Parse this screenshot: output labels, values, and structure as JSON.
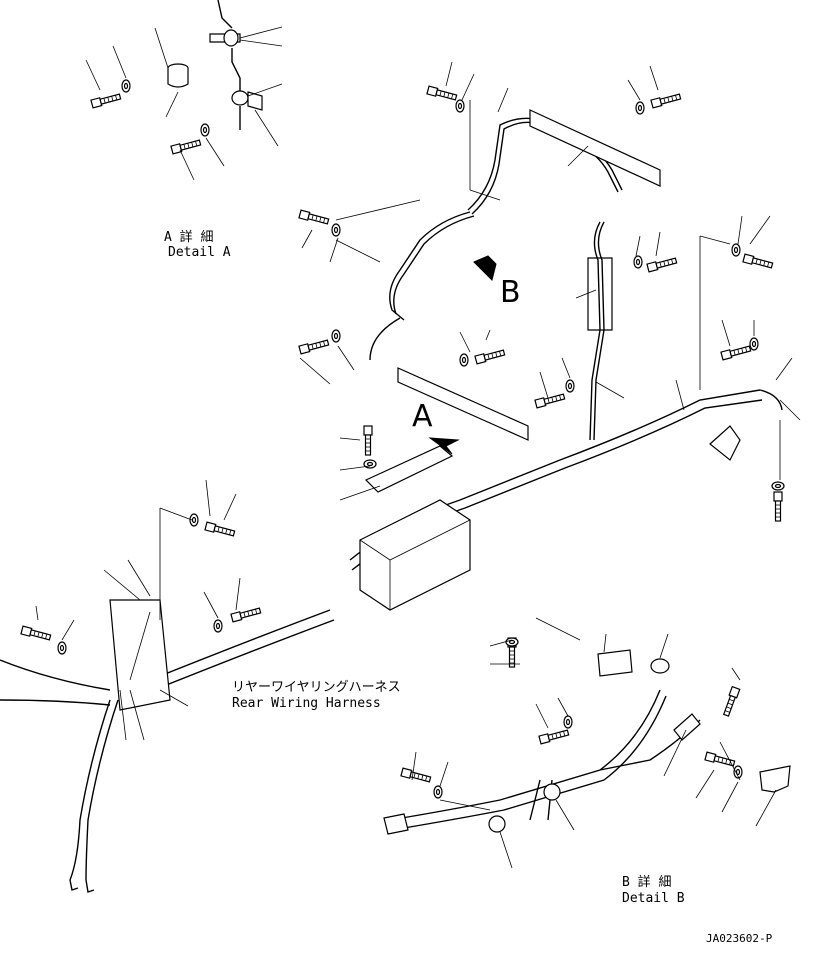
{
  "labels": {
    "detail_a_jp": "A 詳 細",
    "detail_a_en": "Detail A",
    "detail_b_jp": "B 詳 細",
    "detail_b_en": "Detail B",
    "harness_jp": "リヤーワイヤリングハーネス",
    "harness_en": "Rear Wiring Harness",
    "arrow_a": "A",
    "arrow_b": "B",
    "drawing_code": "JA023602-P"
  }
}
